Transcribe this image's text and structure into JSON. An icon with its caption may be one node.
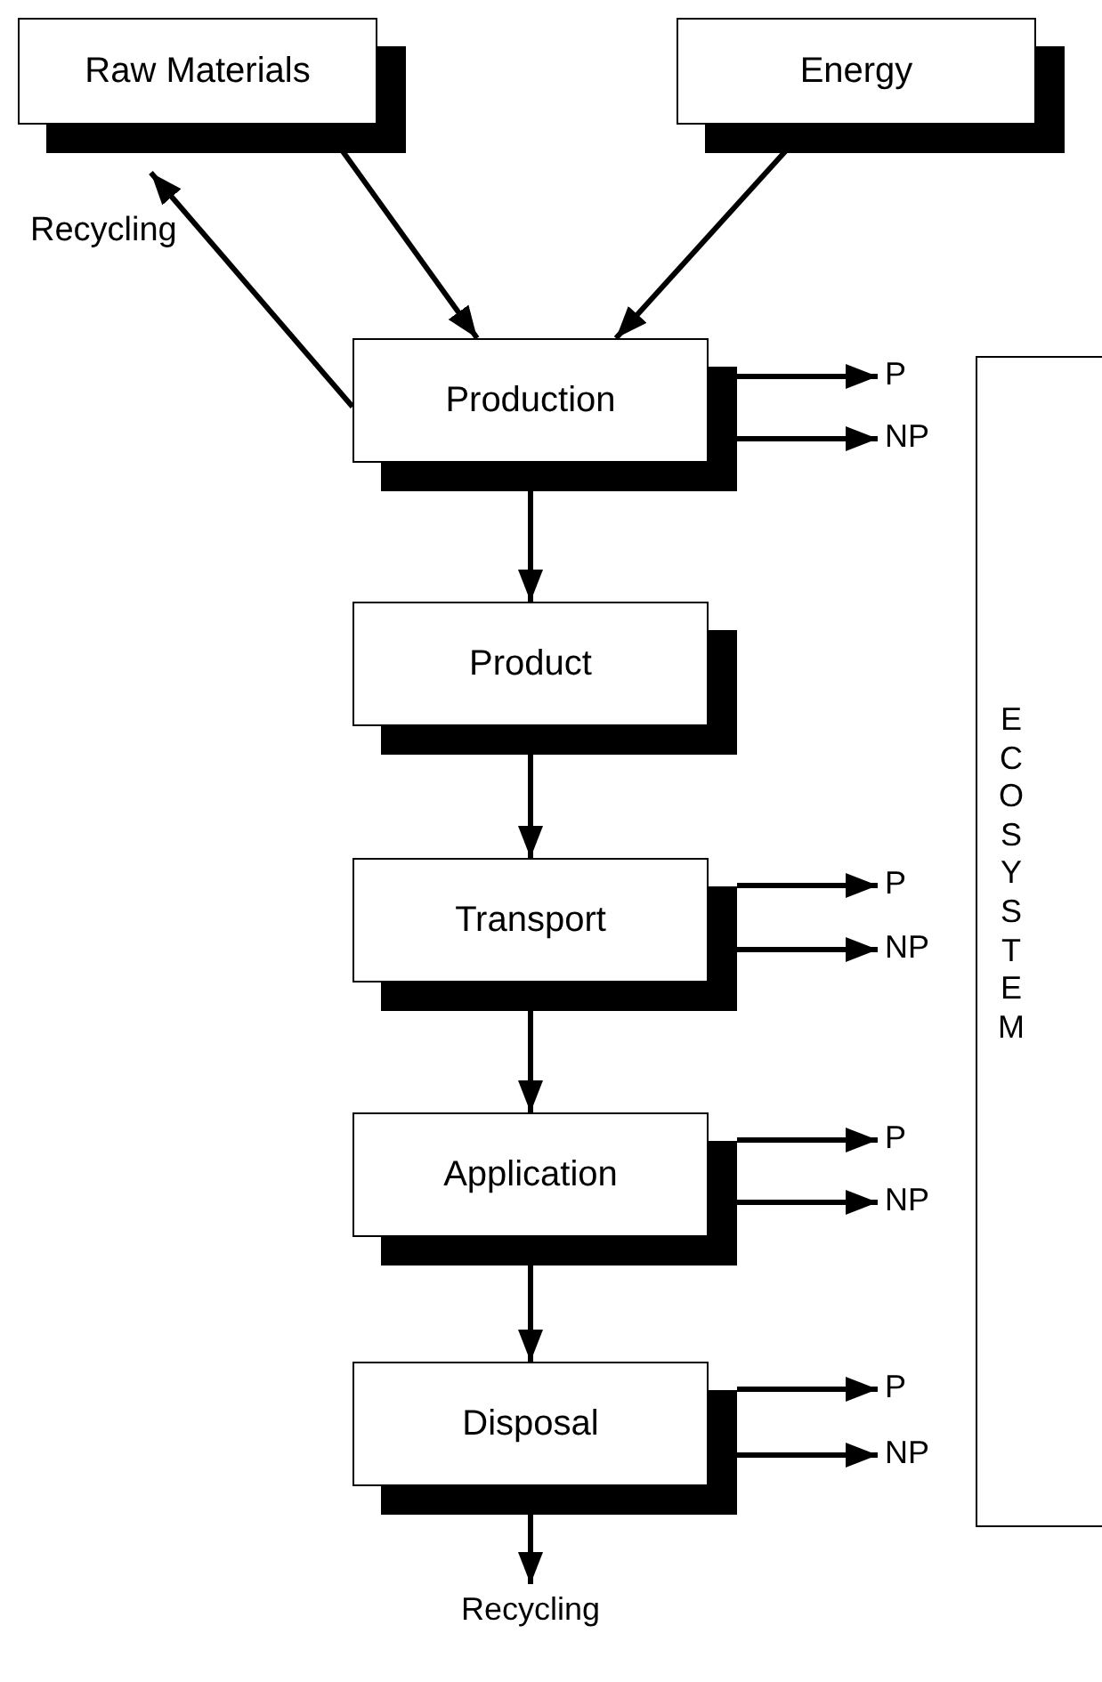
{
  "diagram": {
    "nodes": [
      {
        "text": [
          "Raw Materials"
        ]
      },
      {
        "text": [
          "Energy"
        ]
      },
      {
        "text": [
          "Production"
        ]
      },
      {
        "text": [
          "P"
        ]
      },
      {
        "text": [
          "NP"
        ]
      },
      {
        "text": [
          "ECOSYSTEM"
        ]
      },
      {
        "text": [
          "Product"
        ]
      },
      {
        "text": [
          "Transport"
        ]
      },
      {
        "text": [
          "P"
        ]
      },
      {
        "text": [
          "NP"
        ]
      },
      {
        "text": [
          "Application"
        ]
      },
      {
        "text": [
          "P"
        ]
      },
      {
        "text": [
          "NP"
        ]
      },
      {
        "text": [
          "Disposal"
        ]
      },
      {
        "text": [
          "P"
        ]
      },
      {
        "text": [
          "NP"
        ]
      },
      {
        "text": [
          "Recycling"
        ]
      }
    ],
    "edges": [
      {
        "from": 0,
        "to": 2,
        "arrow": "to"
      },
      {
        "from": 1,
        "to": 2,
        "arrow": "to"
      },
      {
        "from": 2,
        "to": 0,
        "arrow": "to",
        "label": "Recycling"
      },
      {
        "from": 2,
        "to": 3,
        "arrow": "to"
      },
      {
        "from": 2,
        "to": 4,
        "arrow": "to"
      },
      {
        "from": 2,
        "to": 6,
        "arrow": "to"
      },
      {
        "from": 6,
        "to": 7,
        "arrow": "to"
      },
      {
        "from": 7,
        "to": 8,
        "arrow": "to"
      },
      {
        "from": 7,
        "to": 9,
        "arrow": "to"
      },
      {
        "from": 7,
        "to": 10,
        "arrow": "to"
      },
      {
        "from": 10,
        "to": 11,
        "arrow": "to"
      },
      {
        "from": 10,
        "to": 12,
        "arrow": "to"
      },
      {
        "from": 10,
        "to": 13,
        "arrow": "to"
      },
      {
        "from": 13,
        "to": 14,
        "arrow": "to"
      },
      {
        "from": 13,
        "to": 15,
        "arrow": "to"
      },
      {
        "from": 13,
        "to": 16,
        "arrow": "to"
      }
    ]
  }
}
